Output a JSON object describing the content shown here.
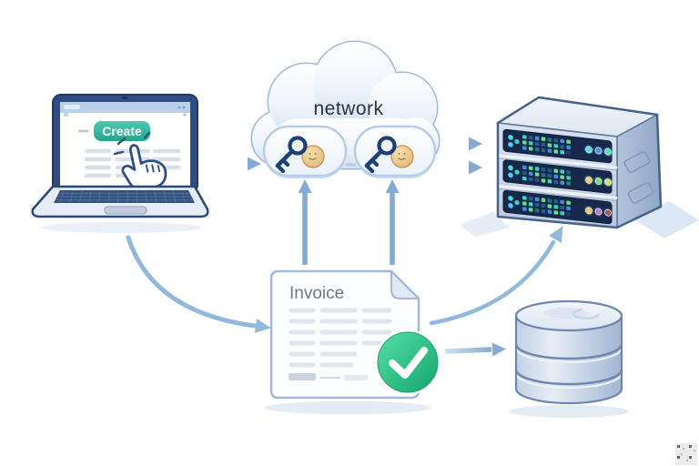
{
  "diagram": {
    "kind": "flow-illustration",
    "nodes": [
      {
        "id": "laptop",
        "icon": "laptop-icon",
        "button_label": "Create",
        "extra_icons": [
          "hand-cursor-icon",
          "click-sparks-icon"
        ]
      },
      {
        "id": "network",
        "icon": "cloud-icon",
        "label": "network",
        "pills": [
          {
            "icons": [
              "key-icon",
              "coin-icon"
            ]
          },
          {
            "icons": [
              "key-icon",
              "coin-icon"
            ]
          }
        ]
      },
      {
        "id": "server",
        "icon": "server-rack-icon",
        "units": 3
      },
      {
        "id": "invoice",
        "icon": "document-icon",
        "label": "Invoice",
        "status_icon": "checkmark-icon"
      },
      {
        "id": "database",
        "icon": "database-icon"
      }
    ],
    "edges": [
      {
        "from": "laptop",
        "to": "network",
        "style": "double-horizontal-right"
      },
      {
        "from": "network",
        "to": "server",
        "style": "double-horizontal-right"
      },
      {
        "from": "laptop",
        "to": "invoice",
        "style": "curved-down"
      },
      {
        "from": "invoice",
        "to": "network",
        "style": "double-vertical-up"
      },
      {
        "from": "invoice",
        "to": "database",
        "style": "straight-right"
      },
      {
        "from": "invoice",
        "to": "server",
        "style": "curved-up"
      }
    ]
  },
  "laptop": {
    "button_label": "Create"
  },
  "cloud": {
    "label": "network"
  },
  "invoice": {
    "title": "Invoice"
  },
  "server": {
    "led_palette": [
      "#38d3c2",
      "#6fdd7e",
      "#3f8fd9",
      "#2a5b84",
      "#45e0cf",
      "#58c9ee"
    ],
    "indicator_lights": [
      [
        "#4fd6e8",
        "#3f8fe0",
        "#49e0c8"
      ],
      [
        "#e8d06a",
        "#7ae07a",
        "#c8e86a"
      ],
      [
        "#e0c86a",
        "#b07ad0",
        "#a05858"
      ]
    ]
  },
  "colors": {
    "arrow": "#84abd3",
    "arrow_curve": "#92b8dc",
    "outline_navy": "#2a4878",
    "button_teal_top": "#3ec0a6",
    "button_teal_bottom": "#27a189",
    "check_green": "#22b877",
    "key_navy": "#1d3f77",
    "coin_gold": "#e6c088",
    "cloud_outline": "#9fb9d9",
    "panel_navy": "#16294d"
  }
}
